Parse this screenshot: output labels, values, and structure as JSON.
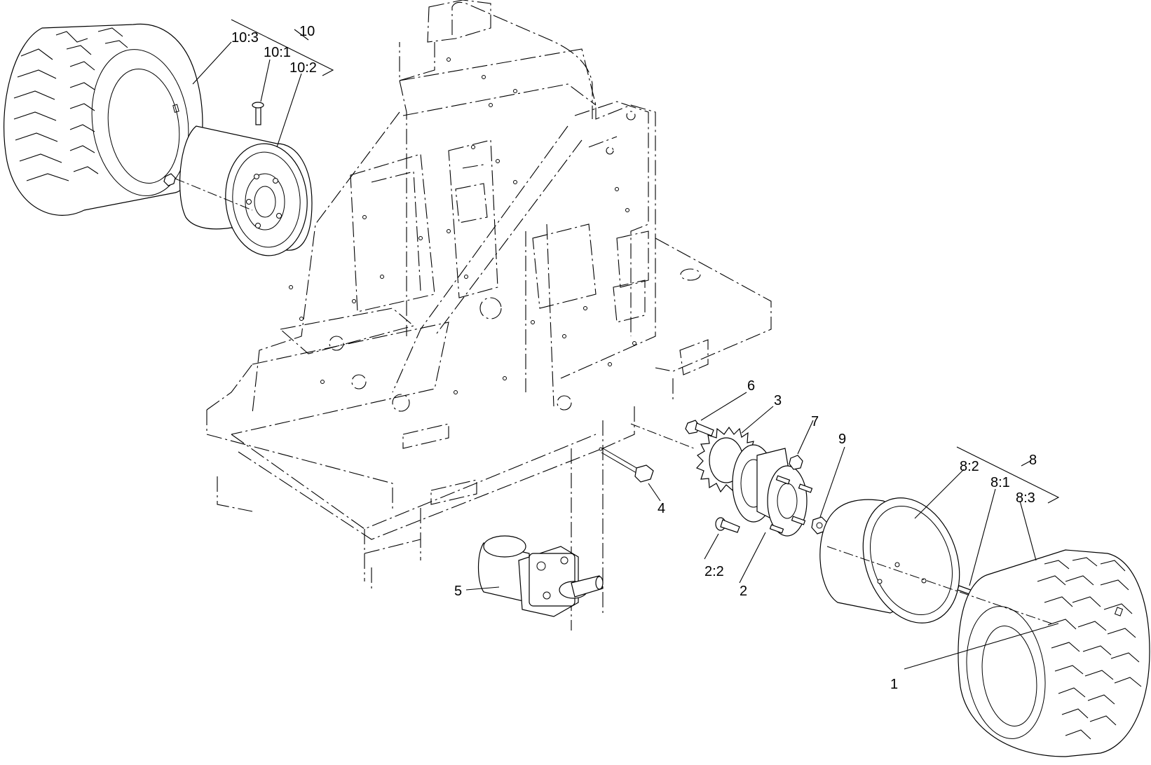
{
  "callouts": {
    "c10": "10",
    "c10_1": "10:1",
    "c10_2": "10:2",
    "c10_3": "10:3",
    "c1": "1",
    "c2": "2",
    "c2_2": "2:2",
    "c3": "3",
    "c4": "4",
    "c5": "5",
    "c6": "6",
    "c7": "7",
    "c8": "8",
    "c8_1": "8:1",
    "c8_2": "8:2",
    "c8_3": "8:3",
    "c9": "9"
  }
}
